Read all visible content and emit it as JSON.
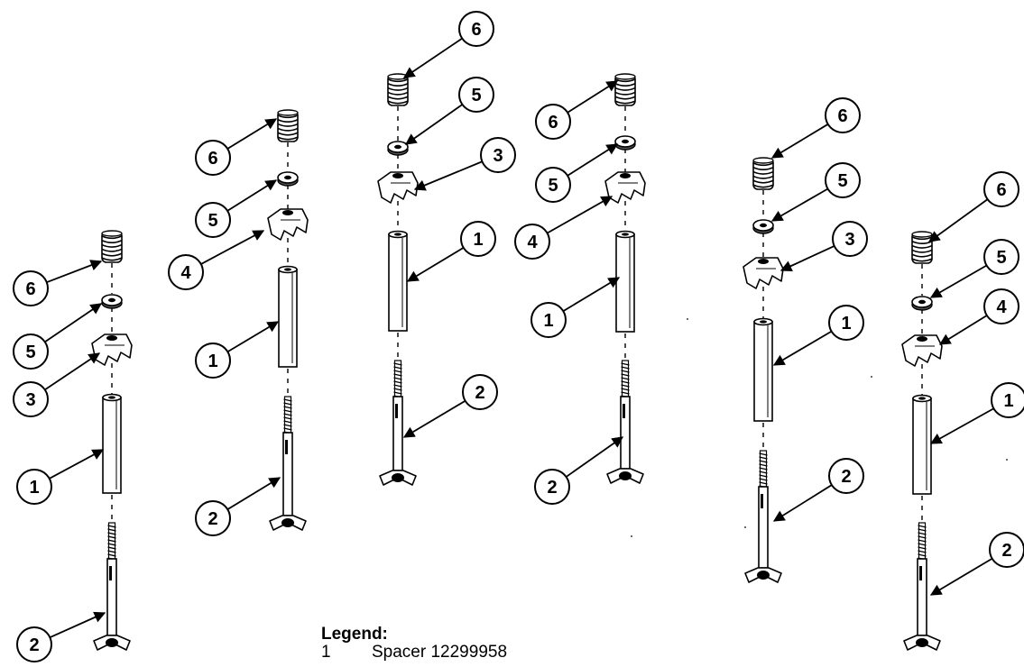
{
  "legend": {
    "title": "Legend:",
    "items": [
      {
        "number": "1",
        "label": "Spacer 12299958"
      }
    ]
  },
  "callouts": [
    "1",
    "2",
    "3",
    "4",
    "5",
    "6"
  ]
}
